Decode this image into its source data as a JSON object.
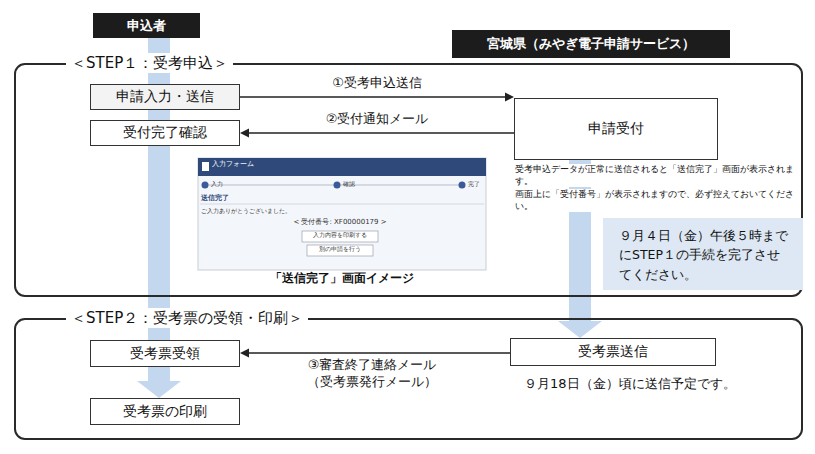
{
  "diagram": {
    "nodes": [
      {
        "text": [
          "申込者"
        ]
      },
      {
        "text": [
          "宮城県（みやぎ電子申請サービス）"
        ]
      },
      {
        "text": [
          "＜STEP１：受考申込＞"
        ]
      },
      {
        "text": [
          "申請入力・送信"
        ],
        "in": 2
      },
      {
        "text": [
          "申請受付"
        ],
        "in": 2
      },
      {
        "text": [
          "受付完了確認"
        ],
        "in": 2
      },
      {
        "text": [
          "９月４日（金）午後５時までにSTEP１の手続を完了させてください。"
        ],
        "in": 2
      },
      {
        "text": [
          "＜STEP２：受考票の受領・印刷＞"
        ]
      },
      {
        "text": [
          "受考票受領"
        ],
        "in": 7
      },
      {
        "text": [
          "受考票送信"
        ],
        "in": 7
      },
      {
        "text": [
          "受考票の印刷"
        ],
        "in": 7
      }
    ],
    "edges": [
      {
        "from": 3,
        "to": 4,
        "label": "①受考申込送信",
        "arrow": "to"
      },
      {
        "from": 4,
        "to": 5,
        "label": "②受付通知メール",
        "arrow": "to"
      },
      {
        "from": 4,
        "to": 9,
        "arrow": "to"
      },
      {
        "from": 9,
        "to": 8,
        "label": "③審査終了連絡メール （受考票発行メール）",
        "arrow": "to"
      },
      {
        "from": 8,
        "to": 10,
        "arrow": "to"
      }
    ],
    "labels": [
      "入力フォーム",
      "入力",
      "確認",
      "完了",
      "送信完了",
      "ご入力ありがとうございました。",
      "< 受付番号: XF00000179 >",
      "入力内容を印刷する",
      "別の申請を行う",
      "「送信完了」画面イメージ",
      "受考申込データが正常に送信されると「送信完了」画面が表示されます。",
      "画面上に「受付番号」が表示されますので、必ず控えておいてください。",
      "９月18日（金）頃に送信予定です。"
    ]
  }
}
